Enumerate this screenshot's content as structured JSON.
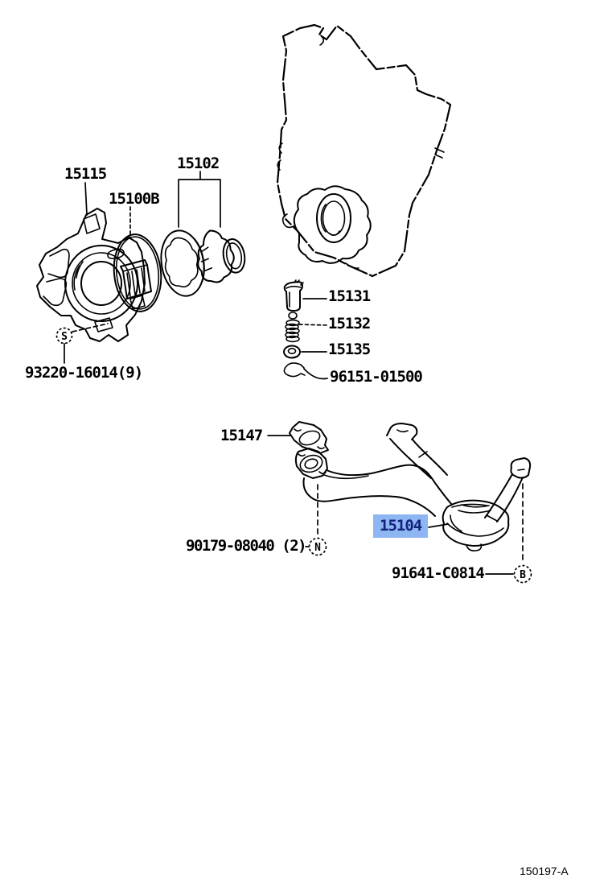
{
  "parts": {
    "oil_pump_assy": "15115",
    "pump_oring": "15100B",
    "rotor_set": "15102",
    "pump_bolt": "93220-16014(9)",
    "relief_valve": "15131",
    "relief_valve_spring": "15132",
    "spring_retainer": "15135",
    "snap_ring": "96151-01500",
    "strainer_gasket": "15147",
    "oil_strainer": "15104",
    "strainer_nut": "90179-08040 (2)",
    "stay_bolt": "91641-C0814"
  },
  "callouts": {
    "s": "S",
    "n": "N",
    "b": "B"
  },
  "footer": {
    "figure_code": "150197-A"
  },
  "colors": {
    "highlight_bg": "#8db6f2",
    "highlight_text": "#15227d",
    "line": "#000000",
    "background": "#ffffff"
  }
}
